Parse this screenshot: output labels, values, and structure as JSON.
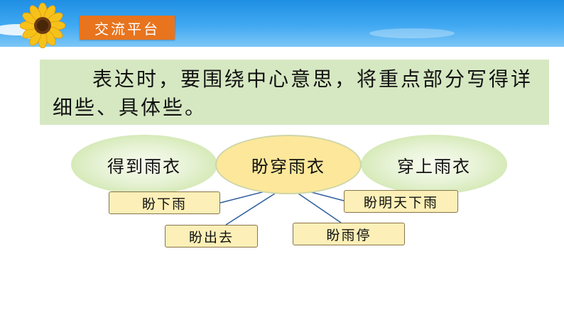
{
  "header": {
    "tag_label": "交流平台"
  },
  "statement": {
    "text": "表达时，要围绕中心意思，将重点部分写得详细些、具体些。"
  },
  "topics": [
    {
      "label": "得到雨衣"
    },
    {
      "label": "盼穿雨衣"
    },
    {
      "label": "穿上雨衣"
    }
  ],
  "details": [
    {
      "label": "盼下雨"
    },
    {
      "label": "盼明天下雨"
    },
    {
      "label": "盼出去"
    },
    {
      "label": "盼雨停"
    }
  ],
  "colors": {
    "header_sky": "#2b95e6",
    "tag_orange": "#e8741e",
    "statement_bg": "#d6e8c2",
    "ellipse_green": "#c4e19a",
    "ellipse_yellow": "#fce79a",
    "box_fill": "#fcefb7",
    "connector": "#2e5f9e"
  },
  "icons": {
    "header_decoration": "sunflower-icon"
  }
}
